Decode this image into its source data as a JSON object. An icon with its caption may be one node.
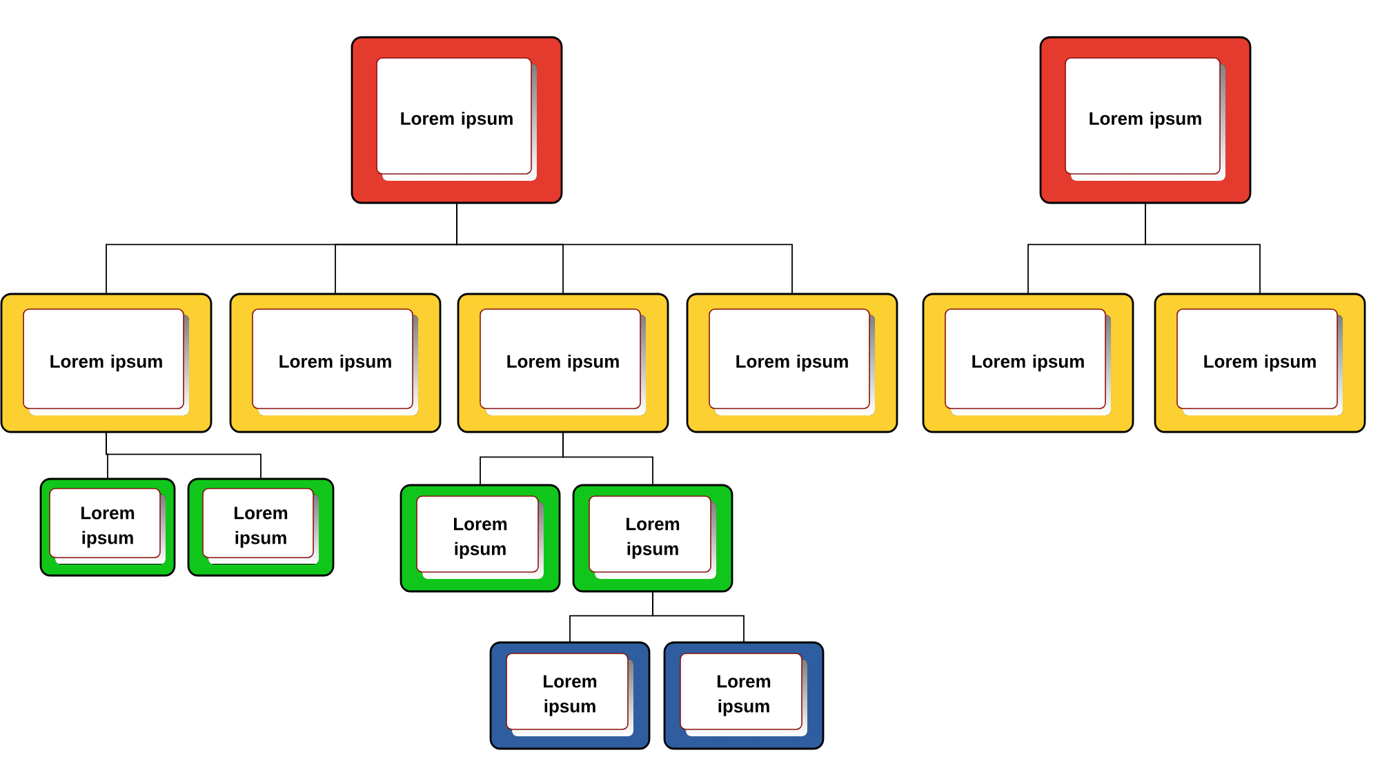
{
  "diagram": {
    "nodes": [
      {
        "text": [
          "Lorem ipsum"
        ]
      },
      {
        "text": [
          "Lorem ipsum"
        ]
      },
      {
        "text": [
          "Lorem ipsum"
        ]
      },
      {
        "text": [
          "Lorem ipsum"
        ]
      },
      {
        "text": [
          "Lorem ipsum"
        ]
      },
      {
        "text": [
          "Lorem ipsum"
        ]
      },
      {
        "text": [
          "Lorem ipsum"
        ]
      },
      {
        "text": [
          "Lorem ipsum"
        ]
      },
      {
        "text": [
          "Lorem ipsum"
        ]
      },
      {
        "text": [
          "Lorem ipsum"
        ]
      },
      {
        "text": [
          "Lorem ipsum"
        ]
      },
      {
        "text": [
          "Lorem ipsum"
        ]
      },
      {
        "text": [
          "Lorem ipsum"
        ]
      },
      {
        "text": [
          "Lorem ipsum"
        ]
      }
    ],
    "edges": [
      {
        "from": 0,
        "to": 1,
        "arrow": "none"
      },
      {
        "from": 0,
        "to": 2,
        "arrow": "none"
      },
      {
        "from": 0,
        "to": 3,
        "arrow": "none"
      },
      {
        "from": 0,
        "to": 4,
        "arrow": "none"
      },
      {
        "from": 5,
        "to": 6,
        "arrow": "none"
      },
      {
        "from": 5,
        "to": 7,
        "arrow": "none"
      },
      {
        "from": 1,
        "to": 8,
        "arrow": "none"
      },
      {
        "from": 1,
        "to": 9,
        "arrow": "none"
      },
      {
        "from": 3,
        "to": 10,
        "arrow": "none"
      },
      {
        "from": 3,
        "to": 11,
        "arrow": "none"
      },
      {
        "from": 11,
        "to": 12,
        "arrow": "none"
      },
      {
        "from": 11,
        "to": 13,
        "arrow": "none"
      }
    ]
  }
}
